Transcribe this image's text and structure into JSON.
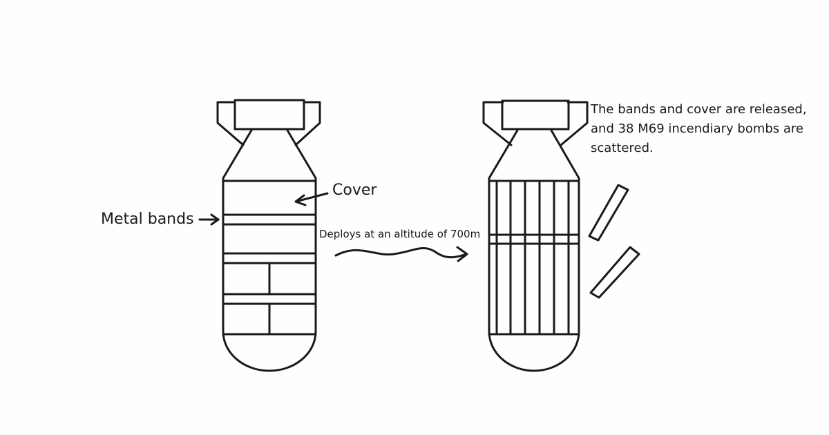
{
  "labels": {
    "metal_bands": "Metal bands",
    "cover": "Cover",
    "deploy": "Deploys at an altitude of 700m",
    "release_line1": "The bands and cover are released,",
    "release_line2": "and 38 M69 incendiary bombs are",
    "release_line3": "scattered."
  },
  "colors": {
    "line": "#1a1a1a",
    "background": "#fefefe"
  }
}
